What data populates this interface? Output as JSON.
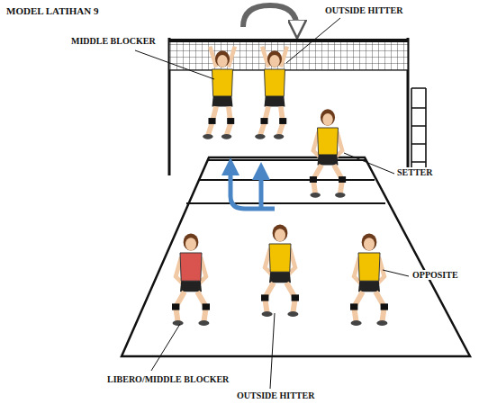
{
  "diagram": {
    "title": "MODEL LATIHAN 9",
    "labels": [
      "MIDDLE BLOCKER",
      "OUTSIDE HITTER",
      "SETTER",
      "OPPOSITE",
      "LIBERO/MIDDLE BLOCKER",
      "OUTSIDE HITTER"
    ]
  }
}
